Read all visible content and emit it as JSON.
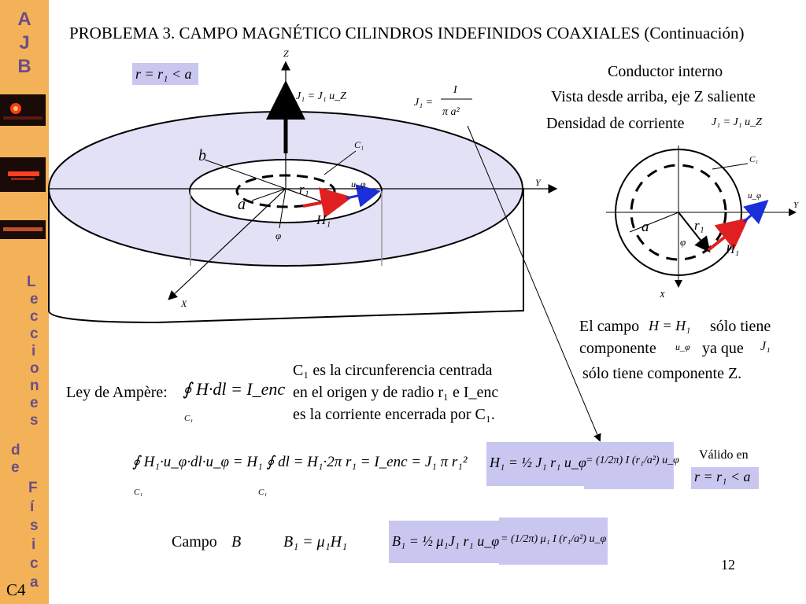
{
  "sidebar": {
    "letters_top": [
      "A",
      "J",
      "B"
    ],
    "letters_bottom": [
      "L",
      "e",
      "c",
      "c",
      "i",
      "o",
      "n",
      "e",
      "s"
    ],
    "de_1": "d",
    "de_2": "e",
    "letters_fisica": [
      "F",
      "í",
      "s",
      "i",
      "c",
      "a"
    ],
    "chapter": "C4"
  },
  "title": "PROBLEMA 3. CAMPO MAGNÉTICO CILINDROS INDEFINIDOS COAXIALES (Continuación)",
  "page_number": "12",
  "labels": {
    "condition_top": "r = r₁ < a",
    "axis_z": "Z",
    "axis_x": "X",
    "axis_y": "Y",
    "j1_vector": "J₁ = J₁ u_Z",
    "j1_formula_lhs": "J₁ =",
    "j1_formula_num": "I",
    "j1_formula_den": "π a²",
    "b": "b",
    "a": "a",
    "r1": "r₁",
    "c1": "C₁",
    "u_phi": "u_φ",
    "h1": "H₁",
    "phi": "φ"
  },
  "right_panel": {
    "line1": "Conductor interno",
    "line2": "Vista desde arriba, eje Z saliente",
    "line3": "Densidad de corriente",
    "j_eq": "J₁ = J₁ u_Z",
    "field_text_1": "El campo",
    "field_eq": "H = H₁",
    "field_text_2": "sólo tiene",
    "component_text": "componente",
    "ya_que": "ya que",
    "j1": "J₁",
    "only_z": "sólo tiene componente Z."
  },
  "ampere": {
    "label": "Ley de Ampère:",
    "integral": "∮ H·dl = I_enc",
    "c1": "C₁",
    "desc_1": "C₁ es la circunferencia centrada",
    "desc_2": "en el origen y de radio r₁ e I_enc",
    "desc_3": "es la corriente encerrada por C₁."
  },
  "equations": {
    "main_integral": "∮ H₁·u_φ·dl·u_φ = H₁ ∮ dl = H₁·2π r₁ = I_enc = J₁ π r₁²",
    "h1_result_a": "H₁ = ½ J₁ r₁ u_φ",
    "h1_result_b": "= (1/2π) I (r₁/a²) u_φ",
    "valid_in": "Válido en",
    "valid_cond": "r = r₁ < a",
    "campo": "Campo",
    "b_vec": "B",
    "b_rel": "B₁ = μ₁H₁",
    "b_result_a": "B₁ = ½ μ₁J₁ r₁ u_φ",
    "b_result_b": "= (1/2π) μ₁ I (r₁/a²) u_φ"
  },
  "colors": {
    "sidebar": "#f3b257",
    "sidebar_text": "#6d4d86",
    "highlight_box": "#c9c7f0",
    "cylinder_fill": "#e3e1f6",
    "h_arrow": "#e02020",
    "u_arrow": "#1a2fd8"
  }
}
